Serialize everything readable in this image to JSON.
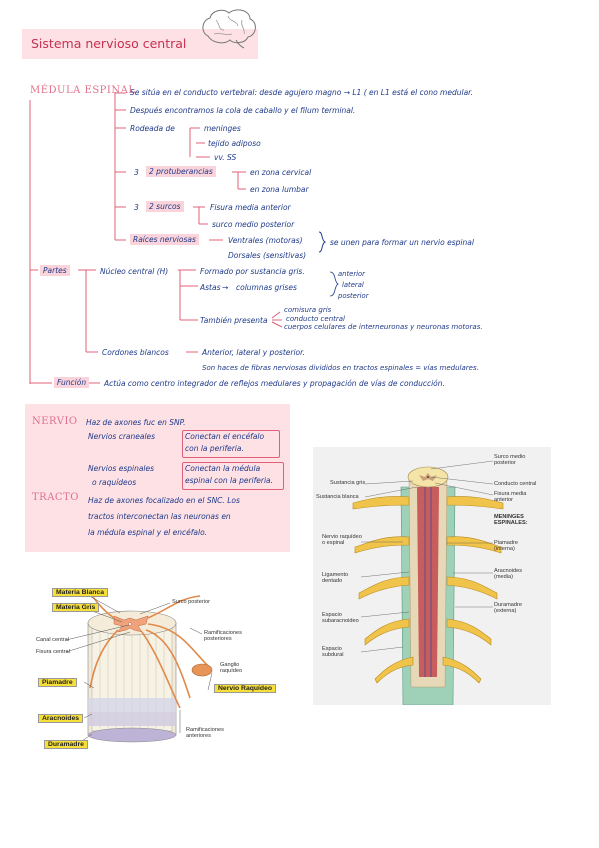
{
  "title": "Sistema nervioso central",
  "medula": {
    "label": "MÉDULA ESPINAL",
    "line1": "Se sitúa en el conducto vertebral: desde agujero magno → L1 ( en L1 está el cono medular.",
    "line2": "Después encontramos la cola de caballo y el filum terminal.",
    "rodeada": "Rodeada de",
    "rodeada_items": [
      "meninges",
      "tejido adiposo",
      "vv. SS"
    ],
    "protub_prefix": "3",
    "protub": "2 protuberancias",
    "protub_items": [
      "en zona cervical",
      "en zona lumbar"
    ],
    "surcos_prefix": "3",
    "surcos": "2 surcos",
    "surcos_items": [
      "Fisura media anterior",
      "surco medio posterior"
    ],
    "raices": "Raíces nerviosas",
    "raices_items": [
      "Ventrales (motoras)",
      "Dorsales (sensitivas)"
    ],
    "raices_note": "se unen para formar un nervio espinal"
  },
  "partes": {
    "label": "Partes",
    "nucleo": "Núcleo central (H)",
    "formado": "Formado por sustancia gris.",
    "astas": "Astas",
    "columnas": "columnas grises",
    "columnas_items": [
      "anterior",
      "lateral",
      "posterior"
    ],
    "tambien": "También presenta",
    "tambien_items": [
      "comisura gris",
      "conducto central",
      "cuerpos celulares de interneuronas y neuronas motoras."
    ],
    "cordones": "Cordones blancos",
    "cordones_line1": "Anterior, lateral y posterior.",
    "cordones_line2": "Son haces de fibras nerviosas divididos en tractos espinales = vías medulares."
  },
  "funcion": {
    "label": "Función",
    "text": "Actúa como centro integrador de reflejos medulares y propagación de vías de conducción."
  },
  "nervio": {
    "label": "NERVIO",
    "def": "Haz de axones fuc en SNP.",
    "craneales": "Nervios craneales",
    "craneales_note": [
      "Conectan el encéfalo",
      "con la periferia."
    ],
    "espinales": [
      "Nervios espinales",
      "o raquídeos"
    ],
    "espinales_note": [
      "Conectan la médula",
      "espinal con la periferia."
    ]
  },
  "tracto": {
    "label": "TRACTO",
    "lines": [
      "Haz de axones focalizado en el SNC. Los",
      "tractos interconectan las neuronas en",
      "la médula espinal y el encéfalo."
    ]
  },
  "fig_left": {
    "labels_boxed": [
      "Materia Blanca",
      "Materia Gris",
      "Piamadre",
      "Aracnoides",
      "Duramadre",
      "Nervio Raquídeo"
    ],
    "labels_plain": [
      "Surco posterior",
      "Canal central",
      "Fisura central",
      "Ramificaciones posteriores",
      "Ganglio raquídeo",
      "Ramificaciones anteriores"
    ]
  },
  "fig_right": {
    "labels": [
      "Sustancia gris",
      "Sustancia blanca",
      "Surco medio posterior",
      "Conducto central",
      "Fisura media anterior",
      "MENINGES ESPINALES:",
      "Piamadre (interna)",
      "Aracnoides (media)",
      "Duramadre (externa)",
      "Nervio raquídeo o espinal",
      "Ligamento dentado",
      "Espacio subaracnoideo",
      "Espacio subdural"
    ]
  },
  "colors": {
    "accent": "#e0607a",
    "ink": "#1f3a8a",
    "band": "#fde1e5"
  }
}
